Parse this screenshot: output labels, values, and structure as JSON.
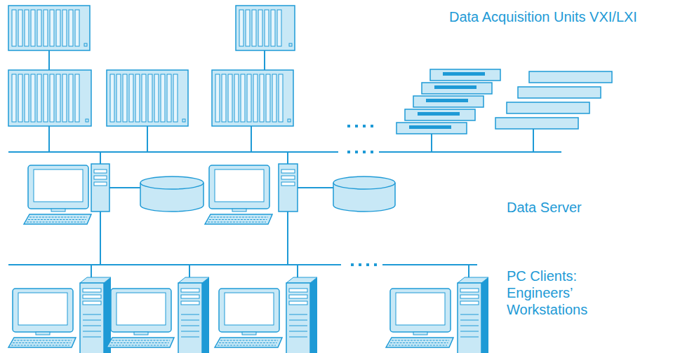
{
  "diagram": {
    "labels": [
      "Data Acquisition Units VXI/LXI",
      "Data Server",
      "PC Clients: Engineers’ Workstations"
    ]
  }
}
